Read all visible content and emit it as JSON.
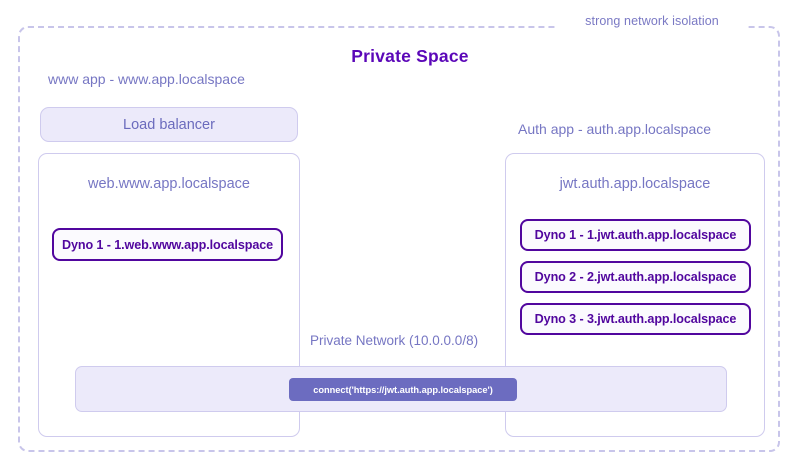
{
  "diagram": {
    "isolation_label": "strong network isolation",
    "title": "Private Space",
    "colors": {
      "title_purple": "#5b07b8",
      "label_purple": "#7676c3",
      "dyno_border": "#51069e",
      "panel_border": "#cfcbee",
      "panel_fill": "#eceafa",
      "chip_fill": "#6c6cc0",
      "dashed_border": "#c8c5ea"
    }
  },
  "www_app": {
    "label": "www app - www.app.localspace",
    "load_balancer_label": "Load balancer",
    "web_group": {
      "title": "web.www.app.localspace",
      "dynos": [
        {
          "label": "Dyno 1 - 1.web.www.app.localspace"
        }
      ]
    }
  },
  "auth_app": {
    "label": "Auth app - auth.app.localspace",
    "jwt_group": {
      "title": "jwt.auth.app.localspace",
      "dynos": [
        {
          "label": "Dyno 1 - 1.jwt.auth.app.localspace"
        },
        {
          "label": "Dyno 2 - 2.jwt.auth.app.localspace"
        },
        {
          "label": "Dyno 3 - 3.jwt.auth.app.localspace"
        }
      ]
    }
  },
  "private_network": {
    "label": "Private Network (10.0.0.0/8)",
    "connect_call": "connect('https://jwt.auth.app.localspace')"
  }
}
